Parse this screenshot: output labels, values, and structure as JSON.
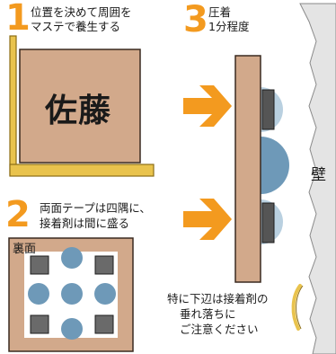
{
  "steps": [
    {
      "number": "1",
      "text_lines": [
        "位置を決めて周囲を",
        "マステで養生する"
      ]
    },
    {
      "number": "3",
      "text_lines": [
        "圧着",
        "1分程度"
      ]
    },
    {
      "number": "2",
      "text_lines": [
        "両面テープは四隅に、",
        "接着剤は間に盛る"
      ]
    }
  ],
  "plate": {
    "name": "佐藤"
  },
  "back_label": "裏面",
  "wall_label": "壁",
  "note_lines": [
    "特に下辺は接着剤の",
    "垂れ落ちに",
    "ご注意ください"
  ],
  "colors": {
    "accent": "#f39a1f",
    "plate": "#d2a98b",
    "tape_guard": "#e9c34d",
    "adhesive": "#6e99b8",
    "adhesive_light": "#b9d0e0",
    "tape": "#555555",
    "wall": "#e4e4e4"
  }
}
